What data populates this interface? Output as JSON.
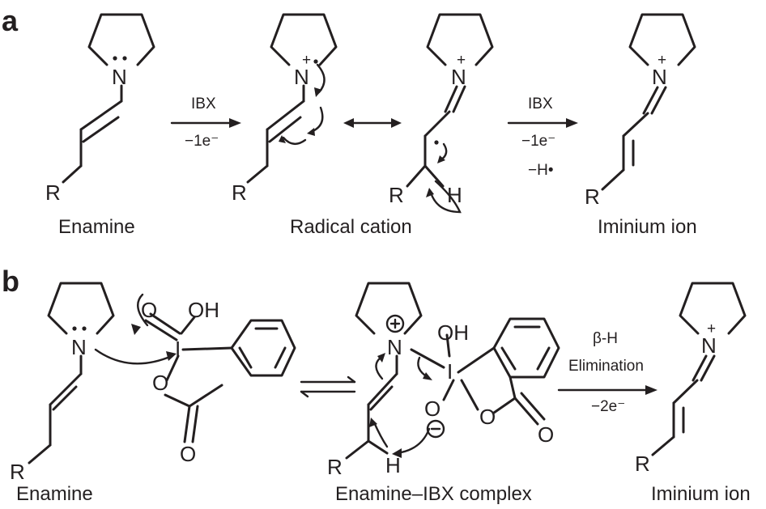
{
  "panel_a": {
    "label": "a",
    "step1": {
      "above": "IBX",
      "below": "−1e⁻"
    },
    "step2": {
      "above": "IBX",
      "below": "−1e⁻",
      "below2": "−H•"
    },
    "captions": {
      "enamine": "Enamine",
      "radical": "Radical cation",
      "iminium": "Iminium ion"
    }
  },
  "panel_b": {
    "label": "b",
    "step": {
      "line1": "β-H",
      "line2": "Elimination",
      "below": "−2e⁻"
    },
    "captions": {
      "enamine": "Enamine",
      "complex": "Enamine–IBX complex",
      "iminium": "Iminium ion"
    }
  },
  "atoms": {
    "nitrogen": "N",
    "r_group": "R",
    "hydrogen": "H",
    "iodine": "I",
    "oxygen": "O",
    "hydroxyl": "OH",
    "plus": "+",
    "minus": "−"
  }
}
